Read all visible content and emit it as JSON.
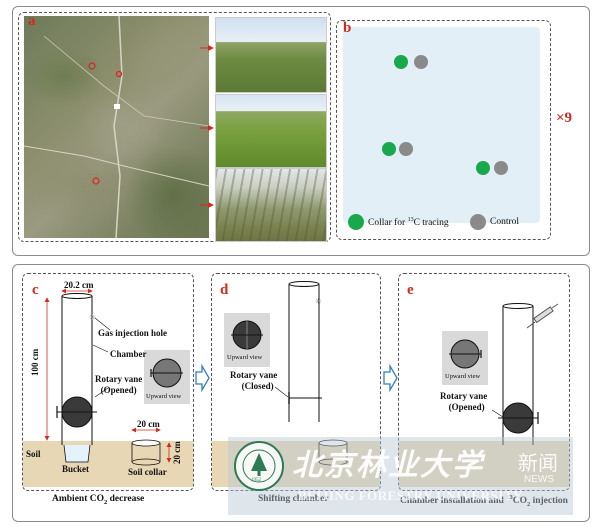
{
  "panel_a": {
    "label": "a"
  },
  "panel_b": {
    "label": "b",
    "multiplier": "×9",
    "legend": {
      "tracing_prefix": "Collar for ",
      "tracing_sup": "13",
      "tracing_suffix": "C tracing",
      "control": "Control"
    },
    "colors": {
      "tracing": "#1aa84c",
      "control": "#8a8a8a"
    }
  },
  "panel_c": {
    "label": "c",
    "width_dim": "20.2 cm",
    "height_dim": "100 cm",
    "gas_hole": "Gas injection hole",
    "chamber": "Chamber",
    "vane_line1": "Rotary vane",
    "vane_line2": "(Opened)",
    "upward_view": "Upward view",
    "collar_width": "20 cm",
    "collar_height": "20 cm",
    "soil": "Soil",
    "bucket": "Bucket",
    "soil_collar": "Soil collar",
    "caption_prefix": "Ambient CO",
    "caption_sub": "2",
    "caption_suffix": " decrease"
  },
  "panel_d": {
    "label": "d",
    "upward_view": "Upward view",
    "vane_line1": "Rotary vane",
    "vane_line2": "(Closed)",
    "caption": "Shifting chamber"
  },
  "panel_e": {
    "label": "e",
    "upward_view": "Upward view",
    "vane_line1": "Rotary vane",
    "vane_line2": "(Opened)",
    "caption_prefix": "Chamber installation and ",
    "caption_sup": "13",
    "caption_mid": "CO",
    "caption_sub": "2",
    "caption_suffix": " injection"
  },
  "watermark": {
    "cn_name": "北京林业大学",
    "en_name": "BEIJING FORESTRY UNIVERSITY",
    "news_cn": "新闻",
    "news_en": "NEWS",
    "year": "1952"
  }
}
